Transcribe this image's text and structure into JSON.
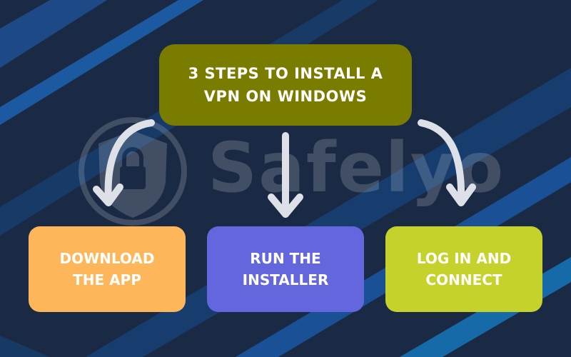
{
  "title": "3 STEPS TO INSTALL A VPN ON WINDOWS",
  "steps": [
    {
      "label": "DOWNLOAD THE APP",
      "color": "#fdb75a"
    },
    {
      "label": "RUN THE INSTALLER",
      "color": "#6366dd"
    },
    {
      "label": "LOG IN AND CONNECT",
      "color": "#c5d22c"
    }
  ],
  "watermark": {
    "text": "Safelyo"
  },
  "colors": {
    "background": "#1b2a44",
    "title_box": "#7a7c00",
    "arrow": "#dde0e6"
  }
}
